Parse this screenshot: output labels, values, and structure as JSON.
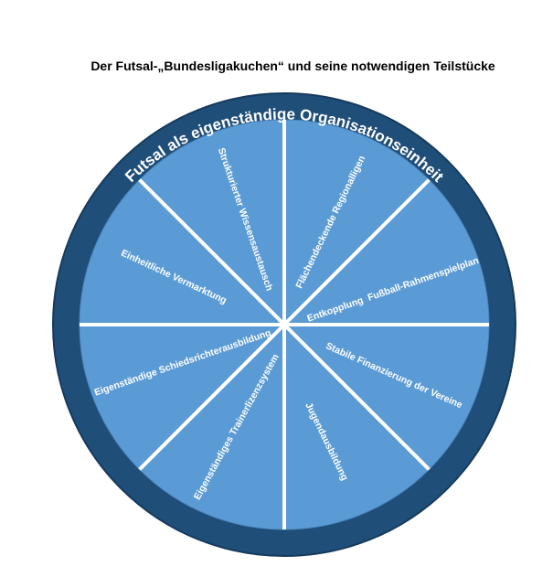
{
  "title": "Der Futsal-„Bundesligakuchen“ und seine notwendigen Teilstücke",
  "diagram": {
    "ring_label": "Futsal als eigenständige Organisationseinheit",
    "colors": {
      "ring": "#1f4e79",
      "segment": "#5b9bd5",
      "divider": "#ffffff"
    },
    "segments": [
      {
        "label": "Strukturierter Wissensaustausch"
      },
      {
        "label": "Flächendeckende Regionalligen"
      },
      {
        "label": "Entkopplung  Fußball-Rahmenspielplan"
      },
      {
        "label": "Stabile Finanzierung der Vereine"
      },
      {
        "label": "Jugendausbildung"
      },
      {
        "label": "Eigenständiges Trainerlizenzsystem"
      },
      {
        "label": "Eigenständige Schiedsrichterausbildung"
      },
      {
        "label": "Einheitliche Vermarktung"
      }
    ]
  }
}
